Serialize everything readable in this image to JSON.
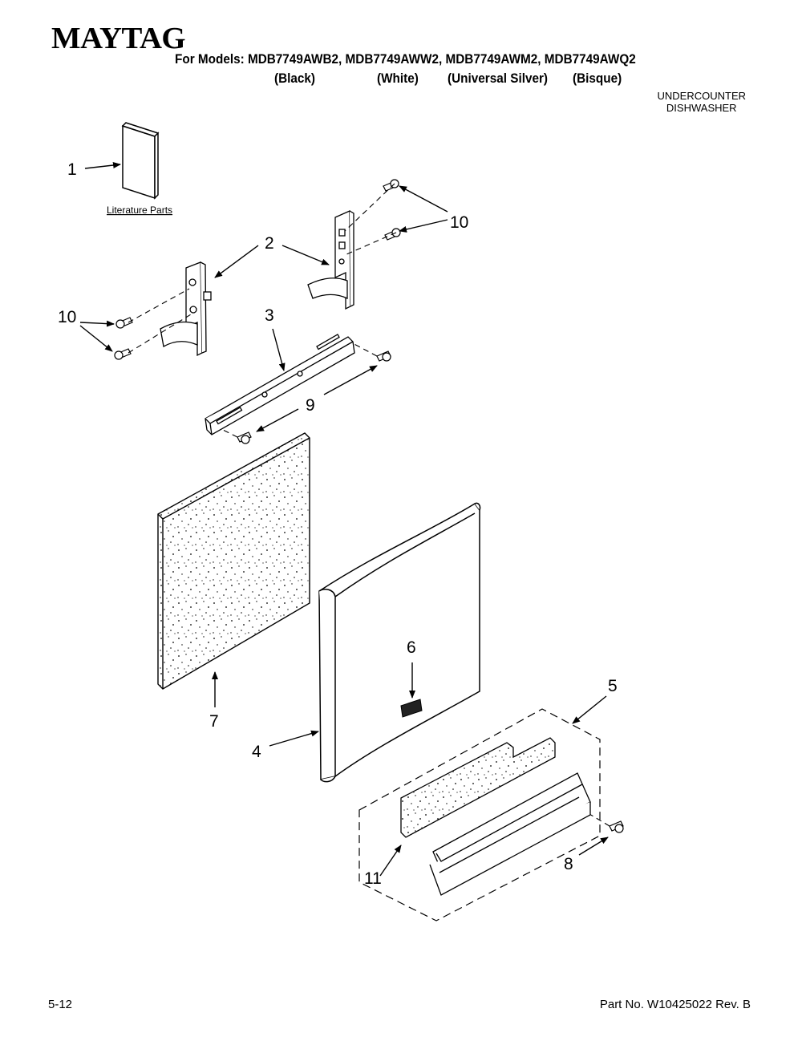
{
  "header": {
    "brand": "MAYTAG",
    "models_line": "For Models: MDB7749AWB2, MDB7749AWW2, MDB7749AWM2, MDB7749AWQ2",
    "colors": [
      "(Black)",
      "(White)",
      "(Universal Silver)",
      "(Bisque)"
    ],
    "product_type": [
      "UNDERCOUNTER",
      "DISHWASHER"
    ]
  },
  "diagram": {
    "literature_label": "Literature Parts",
    "callouts": {
      "c1": "1",
      "c2": "2",
      "c3": "3",
      "c4": "4",
      "c5": "5",
      "c6": "6",
      "c7": "7",
      "c8": "8",
      "c9": "9",
      "c10a": "10",
      "c10b": "10",
      "c11": "11"
    }
  },
  "footer": {
    "page": "5-12",
    "part_no": "Part No. W10425022 Rev. B"
  }
}
